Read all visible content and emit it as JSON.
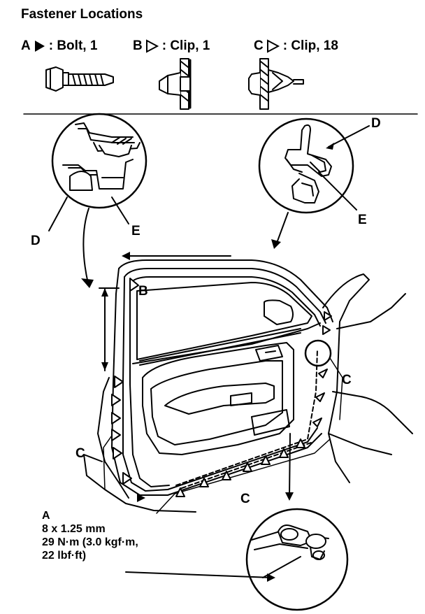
{
  "title": "Fastener Locations",
  "legend": [
    {
      "letter": "A",
      "marker": "filled-triangle",
      "text": ": Bolt, 1"
    },
    {
      "letter": "B",
      "marker": "open-triangle",
      "text": ": Clip, 1"
    },
    {
      "letter": "C",
      "marker": "open-triangle",
      "text": ": Clip, 18"
    }
  ],
  "callouts": {
    "d_left": "D",
    "e_left": "E",
    "d_right": "D",
    "e_right": "E",
    "b_label": "B",
    "c_right": "C",
    "c_left": "C",
    "c_bottom": "C"
  },
  "spec": {
    "letter": "A",
    "size": "8 x 1.25 mm",
    "torque_metric": "29 N·m (3.0 kgf·m,",
    "torque_imperial": "22 lbf·ft)"
  },
  "colors": {
    "ink": "#000000",
    "paper": "#ffffff"
  },
  "icons": [
    "bolt-icon",
    "clip-b-icon",
    "clip-c-icon"
  ]
}
